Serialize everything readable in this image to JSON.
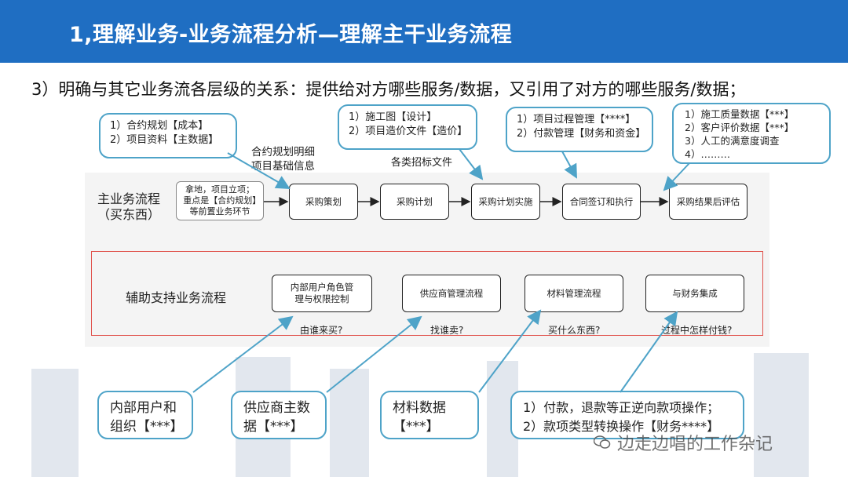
{
  "header": {
    "title": "1,理解业务-业务流程分析—理解主干业务流程"
  },
  "subtitle": "3）明确与其它业务流各层级的关系：提供给对方哪些服务/数据，又引用了对方的哪些服务/数据；",
  "top_callouts": [
    {
      "lines": [
        "1）合约规划【成本】",
        "2）项目资料【主数据】"
      ]
    },
    {
      "lines": [
        "1）施工图【设计】",
        "2）项目造价文件【造价】"
      ]
    },
    {
      "lines": [
        "1）项目过程管理【****】",
        "2）付款管理【财务和资金】"
      ]
    },
    {
      "lines": [
        "1）施工质量数据【***】",
        "2）客户评价数据【***】",
        "3）人工的满意度调查",
        "4）………"
      ]
    }
  ],
  "annotations": {
    "contract_detail_1": "合约规划明细",
    "contract_detail_2": "项目基础信息",
    "bidding_files": "各类招标文件"
  },
  "main_flow": {
    "label_1": "主业务流程",
    "label_2": "（买东西）",
    "start_note": "拿地，项目立项；重点是【合约规划】等前置业务环节",
    "steps": [
      "采购策划",
      "采购计划",
      "采购计划实施",
      "合同签订和执行",
      "采购结果后评估"
    ]
  },
  "support_flow": {
    "label": "辅助支持业务流程",
    "steps": [
      "内部用户角色管理与权限控制",
      "供应商管理流程",
      "材料管理流程",
      "与财务集成"
    ],
    "questions": [
      "由谁来买?",
      "找谁卖?",
      "买什么东西?",
      "过程中怎样付钱?"
    ]
  },
  "bottom_boxes": [
    {
      "lines": [
        "内部用户和",
        "组织【***】"
      ]
    },
    {
      "lines": [
        "供应商主数",
        "据【***】"
      ]
    },
    {
      "lines": [
        "材料数据",
        "【***】"
      ]
    },
    {
      "lines": [
        "1）付款，退款等正逆向款项操作；",
        "2）款项类型转换操作【财务****】"
      ]
    }
  ],
  "watermark": "边走边唱的工作杂记",
  "colors": {
    "title_bar": "#1f6ec2",
    "callout_border": "#4ea3c8",
    "support_frame": "#e0504a",
    "arrow": "#4ea3c8"
  }
}
